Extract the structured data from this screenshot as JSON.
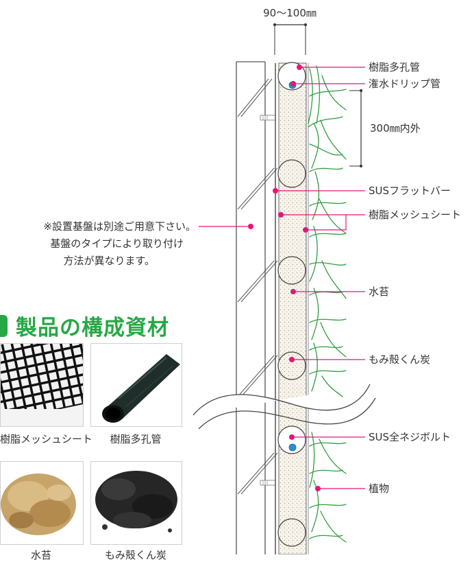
{
  "note": {
    "line1": "※設置基盤は別途ご用意下さい。",
    "line2": "基盤のタイプにより取り付け",
    "line3": "方法が異なります。"
  },
  "section_title": "製品の構成資材",
  "dimensions": {
    "width": "90〜100㎜",
    "pitch": "300㎜内外"
  },
  "labels": {
    "resin_porous_pipe": "樹脂多孔管",
    "drip_pipe": "潅水ドリップ管",
    "sus_flat_bar": "SUSフラットバー",
    "resin_mesh_sheet": "樹脂メッシュシート",
    "moss": "水苔",
    "rice_husk_charcoal": "もみ殻くん炭",
    "sus_bolt": "SUS全ネジボルト",
    "plants": "植物"
  },
  "materials": [
    {
      "caption": "樹脂メッシュシート"
    },
    {
      "caption": "樹脂多孔管"
    },
    {
      "caption": "水苔"
    },
    {
      "caption": "もみ殻くん炭"
    }
  ],
  "colors": {
    "accent_green": "#27a844",
    "leader_pink": "#e5157a",
    "drip_blue": "#2a8fd6",
    "plant_green": "#2e9e3e"
  }
}
